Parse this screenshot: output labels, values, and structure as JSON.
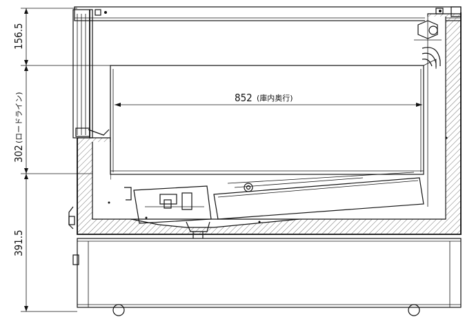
{
  "dimensions": {
    "top_height": "156.5",
    "load_line_height": "302",
    "load_line_label": "(ロードライン)",
    "base_height": "391.5",
    "inner_depth": "852",
    "inner_depth_label": "(庫内奥行)"
  }
}
